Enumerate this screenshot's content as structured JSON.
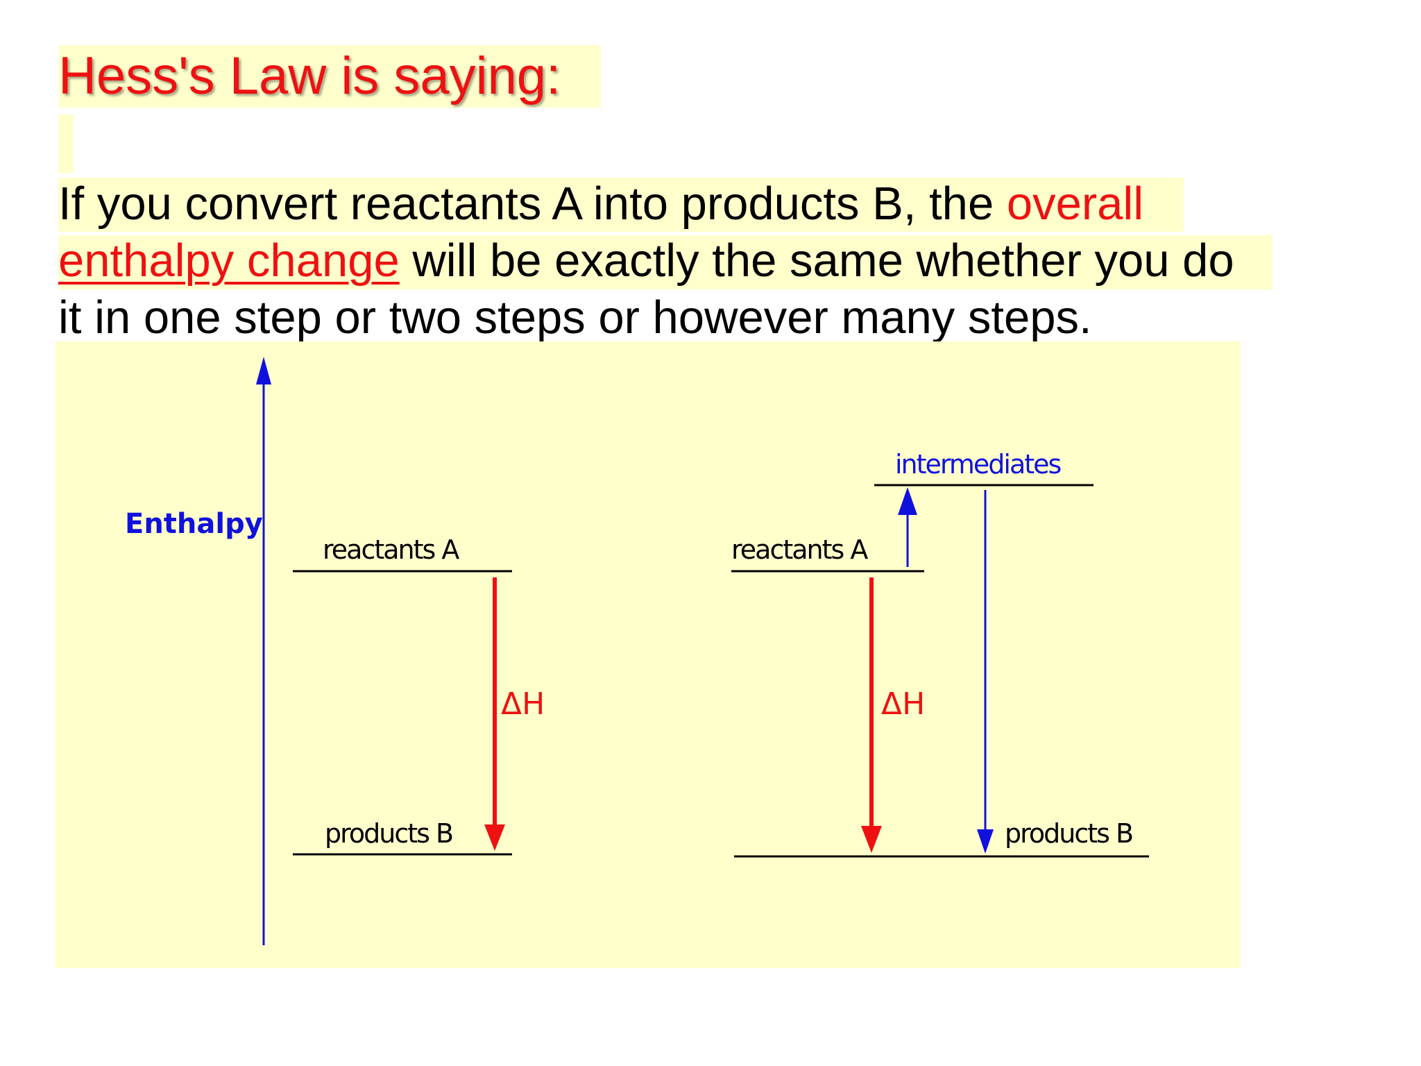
{
  "slide": {
    "title": "Hess's Law is saying:",
    "paragraph": {
      "line1_prefix": "If you convert reactants A into products B, the ",
      "line1_highlight": "overall",
      "line2_highlight": "enthalpy change",
      "line2_suffix": " will be exactly the same whether you do",
      "line3": "it in one step or two steps or however many steps."
    }
  },
  "diagram": {
    "axis_label": "Enthalpy",
    "left": {
      "reactants_label": "reactants A",
      "products_label": "products B",
      "delta_label": "ΔH"
    },
    "right": {
      "intermediates_label": "intermediates",
      "reactants_label": "reactants A",
      "products_label": "products B",
      "delta_label": "ΔH"
    }
  },
  "colors": {
    "highlight_bg": "#ffffcc",
    "red": "#ee1111",
    "blue": "#1111dd",
    "black": "#000000"
  }
}
